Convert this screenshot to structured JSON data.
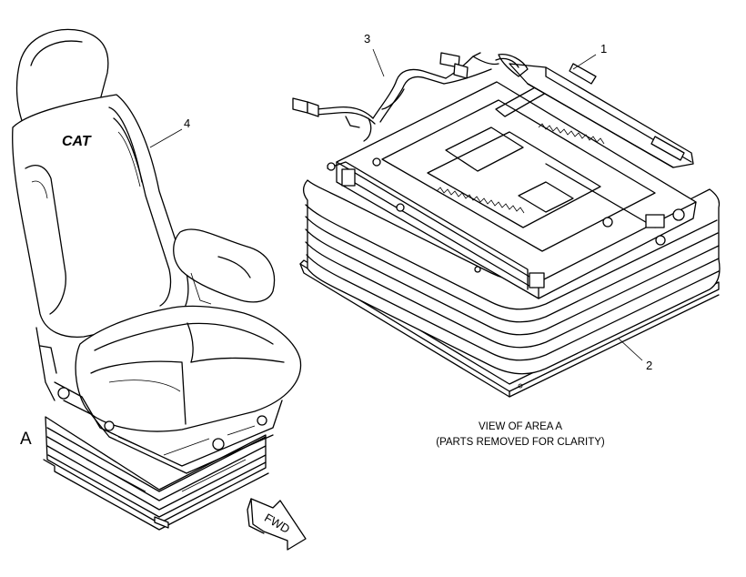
{
  "labels": {
    "item_1": "1",
    "item_2": "2",
    "item_3": "3",
    "item_4": "4",
    "area_a": "A"
  },
  "caption": {
    "line1": "VIEW OF AREA  A",
    "line2": "(PARTS REMOVED FOR CLARITY)"
  },
  "fwd_arrow": {
    "text": "FWD"
  },
  "seat_logo": "CAT"
}
